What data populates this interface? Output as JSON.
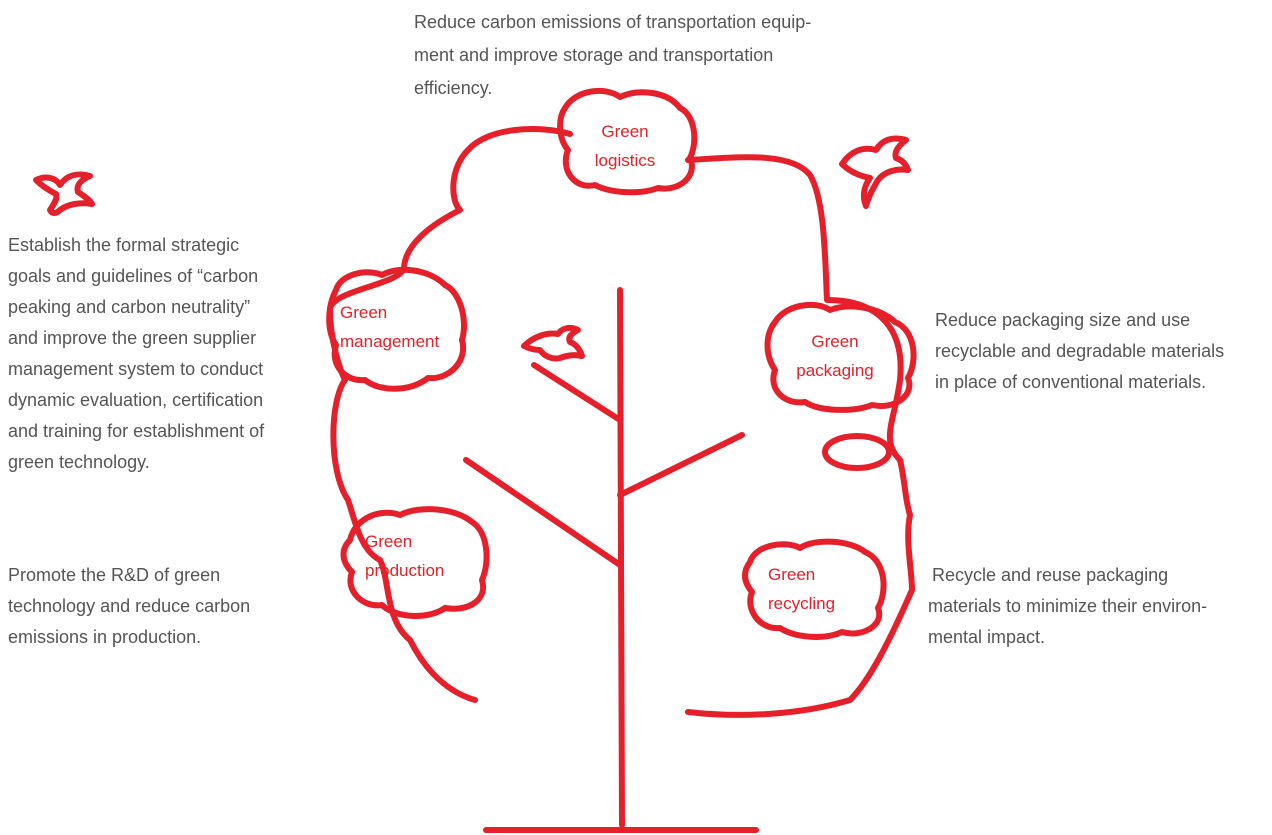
{
  "colors": {
    "accent": "#e5202a",
    "text": "#555555",
    "background": "#ffffff"
  },
  "icons": [
    "bird-icon",
    "bird-icon",
    "bird-icon"
  ],
  "nodes": {
    "logistics": {
      "label_line1": "Green",
      "label_line2": "logistics"
    },
    "management": {
      "label_line1": "Green",
      "label_line2": "management"
    },
    "packaging": {
      "label_line1": "Green",
      "label_line2": "packaging"
    },
    "production": {
      "label_line1": "Green",
      "label_line2": "production"
    },
    "recycling": {
      "label_line1": "Green",
      "label_line2": "recycling"
    }
  },
  "descriptions": {
    "logistics": {
      "line1": "Reduce carbon emissions of transportation equip-",
      "line2": "ment and improve storage and transportation",
      "line3": "efficiency."
    },
    "management": {
      "line1": "Establish the formal strategic",
      "line2": "goals and guidelines of “carbon",
      "line3": "peaking and carbon neutrality”",
      "line4": "and improve the green supplier",
      "line5": "management system to conduct",
      "line6": "dynamic evaluation, certification",
      "line7": "and training for establishment of",
      "line8": "green technology."
    },
    "production": {
      "line1": "Promote the R&D of green",
      "line2": "technology and reduce carbon",
      "line3": "emissions in production."
    },
    "packaging": {
      "line1": "Reduce packaging size and use",
      "line2": "recyclable and degradable materials",
      "line3": "in place of conventional materials."
    },
    "recycling": {
      "line1": "Recycle and reuse packaging",
      "line2": "materials to minimize their environ-",
      "line3": "mental impact."
    }
  }
}
